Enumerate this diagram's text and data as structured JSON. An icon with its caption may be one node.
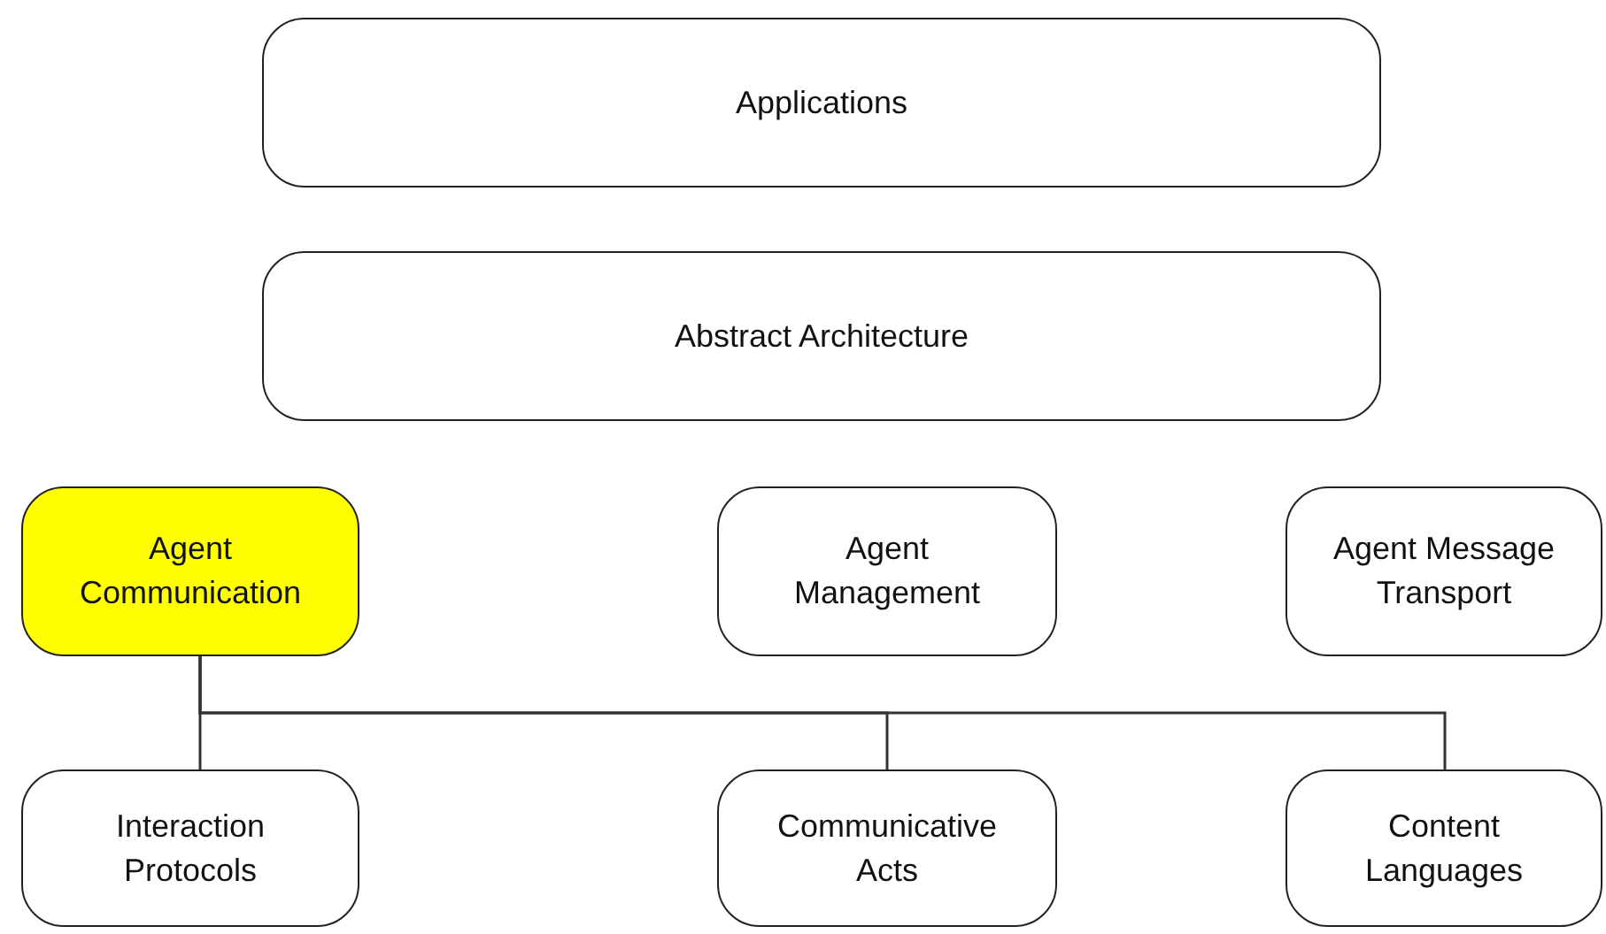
{
  "diagram": {
    "nodes": [
      {
        "text": [
          "Applications"
        ]
      },
      {
        "text": [
          "Abstract Architecture"
        ]
      },
      {
        "text": [
          "Agent Communication"
        ]
      },
      {
        "text": [
          "Agent Management"
        ]
      },
      {
        "text": [
          "Agent Message Transport"
        ]
      },
      {
        "text": [
          "Interaction Protocols"
        ]
      },
      {
        "text": [
          "Communicative Acts"
        ]
      },
      {
        "text": [
          "Content Languages"
        ]
      }
    ],
    "edges": [
      {
        "from": 2,
        "to": 5,
        "arrow": "none"
      },
      {
        "from": 2,
        "to": 6,
        "arrow": "none"
      },
      {
        "from": 2,
        "to": 7,
        "arrow": "none"
      }
    ]
  }
}
